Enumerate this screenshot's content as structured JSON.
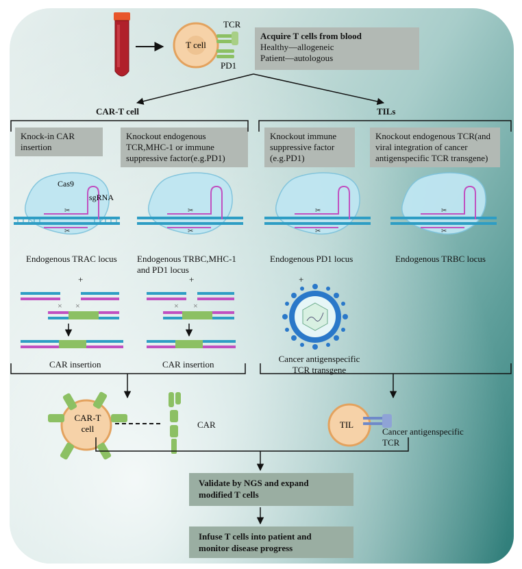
{
  "header": {
    "title": "Acquire T cells from blood",
    "line1": "Healthy—allogeneic",
    "line2": "Patient—autologous"
  },
  "tcell": {
    "label": "T cell",
    "tcr": "TCR",
    "pd1": "PD1"
  },
  "branches": {
    "left": "CAR-T cell",
    "right": "TILs"
  },
  "boxes": {
    "knockin": [
      "Knock-in CAR",
      "insertion"
    ],
    "knockout_left": [
      "Knockout endogenous",
      "TCR,MHC-1 or immune",
      "suppressive factor(e.g.PD1)"
    ],
    "knockout_immune": [
      "Knockout immune",
      "suppressive factor",
      "(e.g.PD1)"
    ],
    "knockout_tcr": [
      "Knockout endogenous TCR(and",
      "viral integration of cancer",
      "antigenspecific TCR transgene)"
    ]
  },
  "complex_labels": {
    "cas9": "Cas9",
    "sgrna": "sgRNA"
  },
  "loci": {
    "trac": "Endogenous TRAC locus",
    "trbc_mhc_line1": "Endogenous TRBC,MHC-1",
    "trbc_mhc_line2": "and PD1 locus",
    "pd1": "Endogenous PD1 locus",
    "trbc": "Endogenous TRBC locus"
  },
  "plus": "+",
  "car_insertion": "CAR insertion",
  "virus_label": [
    "Cancer antigenspecific",
    "TCR transgene"
  ],
  "cart_cell": [
    "CAR-T",
    "cell"
  ],
  "car": "CAR",
  "til": "TIL",
  "til_receptor": [
    "Cancer antigenspecific",
    "TCR"
  ],
  "steps": {
    "validate": [
      "Validate by NGS and expand",
      "modified T cells"
    ],
    "infuse": [
      "Infuse T cells into patient and",
      "monitor disease progress"
    ]
  },
  "colors": {
    "blood": "#b0202a",
    "tube_cap": "#e8552a",
    "cell_fill": "#f6d2a8",
    "cell_border": "#e3a25e",
    "receptor_green": "#8cc063",
    "cas9_fill": "#bfe6f2",
    "dna_blue": "#2e9dc4",
    "sgrna": "#c050c0",
    "insert_green": "#8cc063"
  }
}
